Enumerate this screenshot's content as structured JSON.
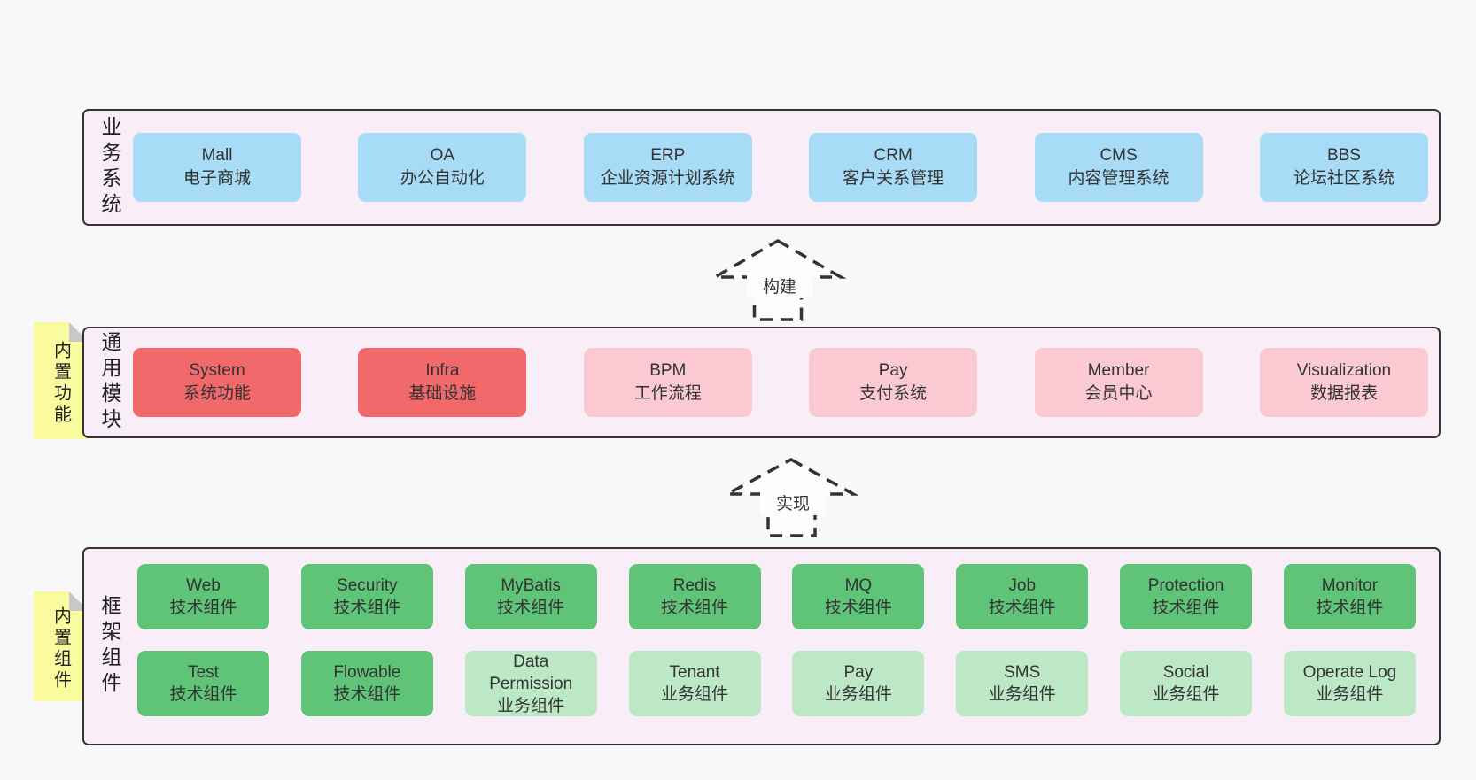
{
  "colors": {
    "page_bg": "#f8f8f8",
    "band_bg": "#f9eef7",
    "band_border": "#333333",
    "box_text": "#333333",
    "blue": "#a7dbf6",
    "red": "#f2696c",
    "pink": "#fbc9d2",
    "green": "#5fc478",
    "green_light": "#bce8c6",
    "note_bg": "#fafa9f",
    "note_fold": "#c8c8c8",
    "arrow_fill": "#fdfdfd",
    "arrow_stroke": "#333333"
  },
  "bands": [
    {
      "label": "业务系统",
      "boxes": [
        {
          "title": "Mall",
          "subtitle": "电子商城",
          "color": "blue"
        },
        {
          "title": "OA",
          "subtitle": "办公自动化",
          "color": "blue"
        },
        {
          "title": "ERP",
          "subtitle": "企业资源计划系统",
          "color": "blue"
        },
        {
          "title": "CRM",
          "subtitle": "客户关系管理",
          "color": "blue"
        },
        {
          "title": "CMS",
          "subtitle": "内容管理系统",
          "color": "blue"
        },
        {
          "title": "BBS",
          "subtitle": "论坛社区系统",
          "color": "blue"
        }
      ]
    },
    {
      "label": "通用模块",
      "note": "内置功能",
      "boxes": [
        {
          "title": "System",
          "subtitle": "系统功能",
          "color": "red"
        },
        {
          "title": "Infra",
          "subtitle": "基础设施",
          "color": "red"
        },
        {
          "title": "BPM",
          "subtitle": "工作流程",
          "color": "pink"
        },
        {
          "title": "Pay",
          "subtitle": "支付系统",
          "color": "pink"
        },
        {
          "title": "Member",
          "subtitle": "会员中心",
          "color": "pink"
        },
        {
          "title": "Visualization",
          "subtitle": "数据报表",
          "color": "pink"
        }
      ]
    },
    {
      "label": "框架组件",
      "note": "内置组件",
      "rows": [
        [
          {
            "title": "Web",
            "subtitle": "技术组件",
            "color": "green"
          },
          {
            "title": "Security",
            "subtitle": "技术组件",
            "color": "green"
          },
          {
            "title": "MyBatis",
            "subtitle": "技术组件",
            "color": "green"
          },
          {
            "title": "Redis",
            "subtitle": "技术组件",
            "color": "green"
          },
          {
            "title": "MQ",
            "subtitle": "技术组件",
            "color": "green"
          },
          {
            "title": "Job",
            "subtitle": "技术组件",
            "color": "green"
          },
          {
            "title": "Protection",
            "subtitle": "技术组件",
            "color": "green"
          },
          {
            "title": "Monitor",
            "subtitle": "技术组件",
            "color": "green"
          }
        ],
        [
          {
            "title": "Test",
            "subtitle": "技术组件",
            "color": "green"
          },
          {
            "title": "Flowable",
            "subtitle": "技术组件",
            "color": "green"
          },
          {
            "title": "Data Permission",
            "subtitle": "业务组件",
            "color": "green-light"
          },
          {
            "title": "Tenant",
            "subtitle": "业务组件",
            "color": "green-light"
          },
          {
            "title": "Pay",
            "subtitle": "业务组件",
            "color": "green-light"
          },
          {
            "title": "SMS",
            "subtitle": "业务组件",
            "color": "green-light"
          },
          {
            "title": "Social",
            "subtitle": "业务组件",
            "color": "green-light"
          },
          {
            "title": "Operate Log",
            "subtitle": "业务组件",
            "color": "green-light"
          }
        ]
      ]
    }
  ],
  "arrows": [
    {
      "label": "构建",
      "direction": "up"
    },
    {
      "label": "实现",
      "direction": "up"
    }
  ]
}
